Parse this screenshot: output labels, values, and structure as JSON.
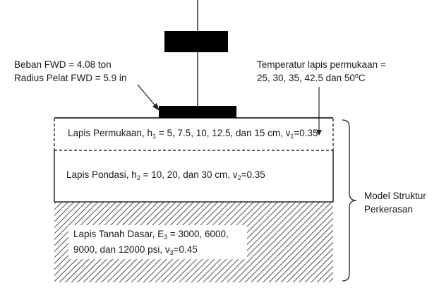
{
  "load": {
    "line1": "Beban FWD = 4.08 ton",
    "line2": "Radius Pelat FWD = 5.9 in"
  },
  "temperature": {
    "line1": "Temperatur lapis permukaan =",
    "line2_text": "25, 30, 35, 42.5 dan 50",
    "line2_sup": "o",
    "line2_unit": "C"
  },
  "layer1": {
    "pre": "Lapis Permukaan, h",
    "h_sub": "1",
    "mid": " = 5, 7.5, 10, 12.5, dan 15 cm, v",
    "v_sub": "1",
    "post": "=0.35"
  },
  "layer2": {
    "pre": "Lapis Pondasi, h",
    "h_sub": "2",
    "mid": " = 10, 20, dan 30 cm, v",
    "v_sub": "2",
    "post": "=0.35"
  },
  "subgrade": {
    "line1_pre": "Lapis Tanah Dasar, E",
    "e_sub": "3",
    "line1_post": " = 3000, 6000,",
    "line2_pre": "9000, dan 12000 psi, v",
    "v_sub": "3",
    "line2_post": "=0.45"
  },
  "model": {
    "line1": "Model Struktur",
    "line2": "Perkerasan"
  }
}
